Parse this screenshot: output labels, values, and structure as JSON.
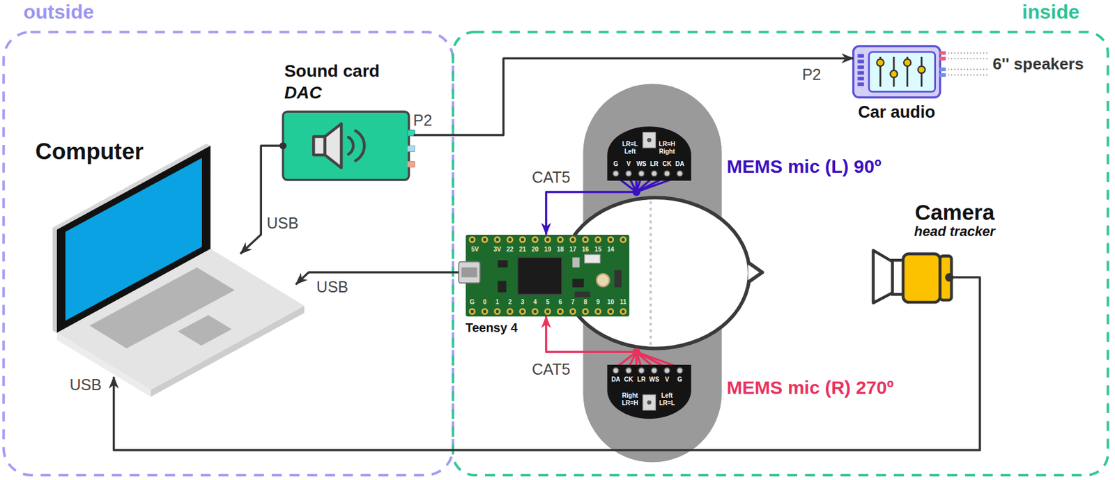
{
  "diagram": {
    "nodes": [
      {
        "text": [
          "outside"
        ]
      },
      {
        "text": [
          "Computer"
        ],
        "in": 0
      },
      {
        "text": [
          "Sound card",
          "DAC"
        ],
        "in": 0
      },
      {
        "text": [
          "inside"
        ]
      },
      {
        "text": [
          "Car audio"
        ],
        "in": 3
      },
      {
        "text": [
          "Teensy 4"
        ],
        "in": 3
      },
      {
        "text": [
          "MEMS mic (L) 90º"
        ],
        "in": 3
      },
      {
        "text": [
          "MEMS mic (R) 270º"
        ],
        "in": 3
      },
      {
        "text": [
          "Camera",
          "head tracker"
        ],
        "in": 3
      }
    ],
    "edges": [
      {
        "from": 2,
        "to": 1,
        "arrow": "to",
        "label": "USB"
      },
      {
        "from": 5,
        "to": 1,
        "arrow": "to",
        "label": "USB"
      },
      {
        "from": 8,
        "to": 1,
        "arrow": "to",
        "label": "USB"
      },
      {
        "from": 2,
        "to": 4,
        "arrow": "to",
        "label": "P2"
      },
      {
        "from": 6,
        "to": 5,
        "arrow": "to",
        "label": "CAT5"
      },
      {
        "from": 7,
        "to": 5,
        "arrow": "to",
        "label": "CAT5"
      }
    ],
    "labels": [
      "P2",
      "6'' speakers",
      "LR=L",
      "Left",
      "LR=H",
      "Right",
      "G",
      "V",
      "WS",
      "LR",
      "CK",
      "DA",
      "Right",
      "LR=H",
      "Left",
      "LR=L",
      "DA",
      "CK",
      "LR",
      "WS",
      "V",
      "G",
      "5V",
      "3V",
      "22",
      "21",
      "20",
      "19",
      "18",
      "17",
      "16",
      "15",
      "14",
      "G",
      "0",
      "1",
      "2",
      "3",
      "4",
      "5",
      "6",
      "7",
      "8",
      "9",
      "10",
      "11"
    ]
  }
}
